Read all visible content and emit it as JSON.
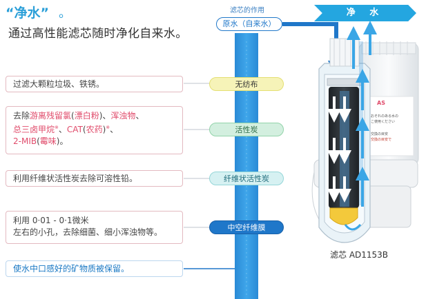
{
  "header": {
    "title": "“净水”",
    "title_mark": "。",
    "subtitle": "通过高性能滤芯随时净化自来水。"
  },
  "diagram": {
    "filter_role_caption": "滤芯的作用",
    "raw_water_label": "原水（自来水）",
    "pure_water_label": "净 水",
    "model_label": "滤芯 AD1153B",
    "layers": [
      {
        "label": "无纺布"
      },
      {
        "label": "活性炭"
      },
      {
        "label": "纤维状活性炭"
      },
      {
        "label": "中空纤维膜"
      }
    ],
    "cartridge_text": {
      "brand_fragment": "AS",
      "note_line1": "おそれのある水の",
      "note_line2": "こ使用ください",
      "note_line3": "交換の目安",
      "note_line4": "交換の目安で"
    }
  },
  "info_boxes": {
    "box1": "过滤大颗粒垃圾、铁锈。",
    "box2": {
      "line1_prefix": "去除",
      "line1_hl1": "游离残留氯",
      "line1_mid": "(",
      "line1_hl2": "漂白粉",
      "line1_mid2": ")、",
      "line1_hl3": "浑浊物",
      "line1_end": "、",
      "line2_hl1": "总三卤甲烷",
      "line2_sup1": "※",
      "line2_mid": "、",
      "line2_hl2": "CAT",
      "line2_mid2": "(",
      "line2_hl3": "农药",
      "line2_mid3": ")",
      "line2_sup2": "※",
      "line2_end": "、",
      "line3_hl1": "2-MIB",
      "line3_mid": "(",
      "line3_hl2": "霉味",
      "line3_end": ")。"
    },
    "box3": "利用纤维状活性炭去除可溶性铅。",
    "box4": {
      "line1": "利用 0·01 - 0·1微米",
      "line2": "左右的小孔，去除细菌、细小浑浊物等。"
    },
    "box5": "使水中口感好的矿物质被保留。"
  },
  "colors": {
    "accent_blue": "#2b9fd8",
    "pipe_blue": "#1f77c9",
    "highlight_red": "#e04b6b",
    "box_border": "#e3b9c0"
  }
}
